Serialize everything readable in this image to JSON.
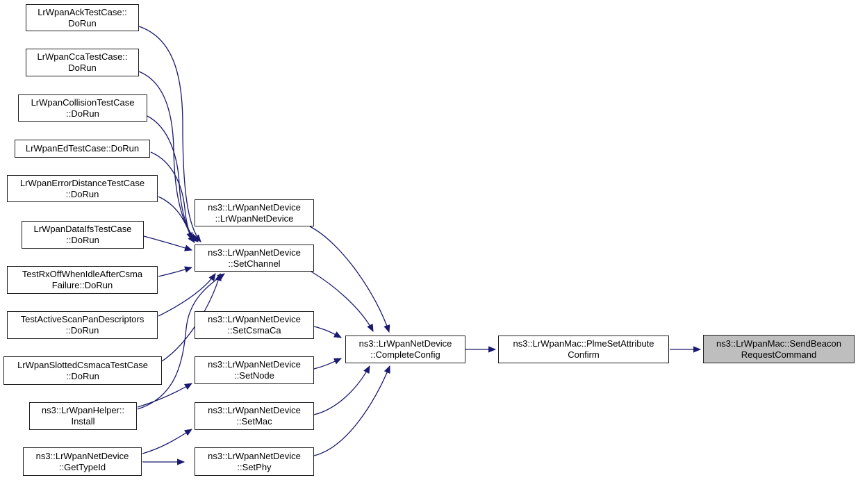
{
  "diagram": {
    "kind": "caller-graph",
    "background_color": "#ffffff",
    "edge_color": "#191970",
    "node_fill": "#ffffff",
    "node_border_color": "#1f1f1f",
    "highlight_fill": "#bebebe",
    "text_color": "#000000"
  },
  "nodes": [
    {
      "id": "ack-dorun",
      "lines": [
        "LrWpanAckTestCase::",
        "DoRun"
      ]
    },
    {
      "id": "cca-dorun",
      "lines": [
        "LrWpanCcaTestCase::",
        "DoRun"
      ]
    },
    {
      "id": "collision-dorun",
      "lines": [
        "LrWpanCollisionTestCase",
        "::DoRun"
      ]
    },
    {
      "id": "ed-dorun",
      "lines": [
        "LrWpanEdTestCase::DoRun"
      ]
    },
    {
      "id": "errordistance-dorun",
      "lines": [
        "LrWpanErrorDistanceTestCase",
        "::DoRun"
      ]
    },
    {
      "id": "dataifs-dorun",
      "lines": [
        "LrWpanDataIfsTestCase",
        "::DoRun"
      ]
    },
    {
      "id": "rxoffwhenidle-dorun",
      "lines": [
        "TestRxOffWhenIdleAfterCsma",
        "Failure::DoRun"
      ]
    },
    {
      "id": "activescan-dorun",
      "lines": [
        "TestActiveScanPanDescriptors",
        "::DoRun"
      ]
    },
    {
      "id": "slottedcsmaca-dorun",
      "lines": [
        "LrWpanSlottedCsmacaTestCase",
        "::DoRun"
      ]
    },
    {
      "id": "helper-install",
      "lines": [
        "ns3::LrWpanHelper::",
        "Install"
      ]
    },
    {
      "id": "netdevice-gettypeid",
      "lines": [
        "ns3::LrWpanNetDevice",
        "::GetTypeId"
      ]
    },
    {
      "id": "netdevice-constructor",
      "lines": [
        "ns3::LrWpanNetDevice",
        "::LrWpanNetDevice"
      ]
    },
    {
      "id": "netdevice-setchannel",
      "lines": [
        "ns3::LrWpanNetDevice",
        "::SetChannel"
      ]
    },
    {
      "id": "netdevice-setcsmaca",
      "lines": [
        "ns3::LrWpanNetDevice",
        "::SetCsmaCa"
      ]
    },
    {
      "id": "netdevice-setnode",
      "lines": [
        "ns3::LrWpanNetDevice",
        "::SetNode"
      ]
    },
    {
      "id": "netdevice-setmac",
      "lines": [
        "ns3::LrWpanNetDevice",
        "::SetMac"
      ]
    },
    {
      "id": "netdevice-setphy",
      "lines": [
        "ns3::LrWpanNetDevice",
        "::SetPhy"
      ]
    },
    {
      "id": "netdevice-completeconfig",
      "lines": [
        "ns3::LrWpanNetDevice",
        "::CompleteConfig"
      ]
    },
    {
      "id": "mac-plmesetattributeconfirm",
      "lines": [
        "ns3::LrWpanMac::PlmeSetAttribute",
        "Confirm"
      ]
    },
    {
      "id": "mac-sendbeaconrequestcommand",
      "lines": [
        "ns3::LrWpanMac::SendBeacon",
        "RequestCommand"
      ],
      "highlighted": true
    }
  ],
  "edges": [
    {
      "from": "ack-dorun",
      "to": "netdevice-setchannel"
    },
    {
      "from": "cca-dorun",
      "to": "netdevice-setchannel"
    },
    {
      "from": "collision-dorun",
      "to": "netdevice-setchannel"
    },
    {
      "from": "ed-dorun",
      "to": "netdevice-setchannel"
    },
    {
      "from": "errordistance-dorun",
      "to": "netdevice-setchannel"
    },
    {
      "from": "dataifs-dorun",
      "to": "netdevice-setchannel"
    },
    {
      "from": "rxoffwhenidle-dorun",
      "to": "netdevice-setchannel"
    },
    {
      "from": "activescan-dorun",
      "to": "netdevice-setchannel"
    },
    {
      "from": "slottedcsmaca-dorun",
      "to": "netdevice-setchannel"
    },
    {
      "from": "helper-install",
      "to": "netdevice-setchannel"
    },
    {
      "from": "helper-install",
      "to": "netdevice-setnode"
    },
    {
      "from": "netdevice-gettypeid",
      "to": "netdevice-setmac"
    },
    {
      "from": "netdevice-gettypeid",
      "to": "netdevice-setphy"
    },
    {
      "from": "netdevice-constructor",
      "to": "netdevice-completeconfig"
    },
    {
      "from": "netdevice-setchannel",
      "to": "netdevice-completeconfig"
    },
    {
      "from": "netdevice-setcsmaca",
      "to": "netdevice-completeconfig"
    },
    {
      "from": "netdevice-setnode",
      "to": "netdevice-completeconfig"
    },
    {
      "from": "netdevice-setmac",
      "to": "netdevice-completeconfig"
    },
    {
      "from": "netdevice-setphy",
      "to": "netdevice-completeconfig"
    },
    {
      "from": "netdevice-completeconfig",
      "to": "mac-plmesetattributeconfirm"
    },
    {
      "from": "mac-plmesetattributeconfirm",
      "to": "mac-sendbeaconrequestcommand"
    }
  ]
}
